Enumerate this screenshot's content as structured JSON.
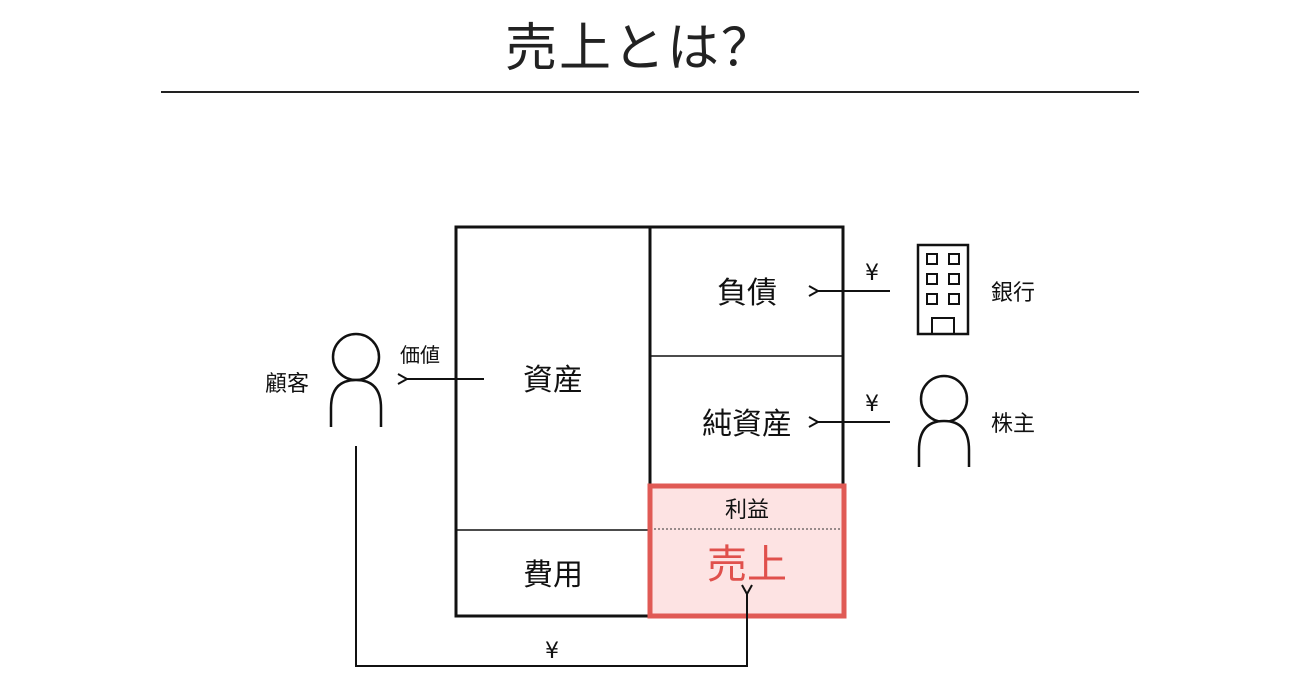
{
  "title": "売上とは？",
  "balance_sheet": {
    "assets": "資産",
    "expenses": "費用",
    "liabilities": "負債",
    "net_assets": "純資産",
    "profit": "利益",
    "sales": "売上"
  },
  "actors": {
    "customer": "顧客",
    "bank": "銀行",
    "shareholder": "株主"
  },
  "flows": {
    "value": "価値",
    "yen_bank": "¥",
    "yen_shareholder": "¥",
    "yen_customer": "¥"
  },
  "colors": {
    "sales_border": "#e05a55",
    "sales_fill": "#fde3e3",
    "sales_text": "#e0504c",
    "line": "#111111"
  }
}
